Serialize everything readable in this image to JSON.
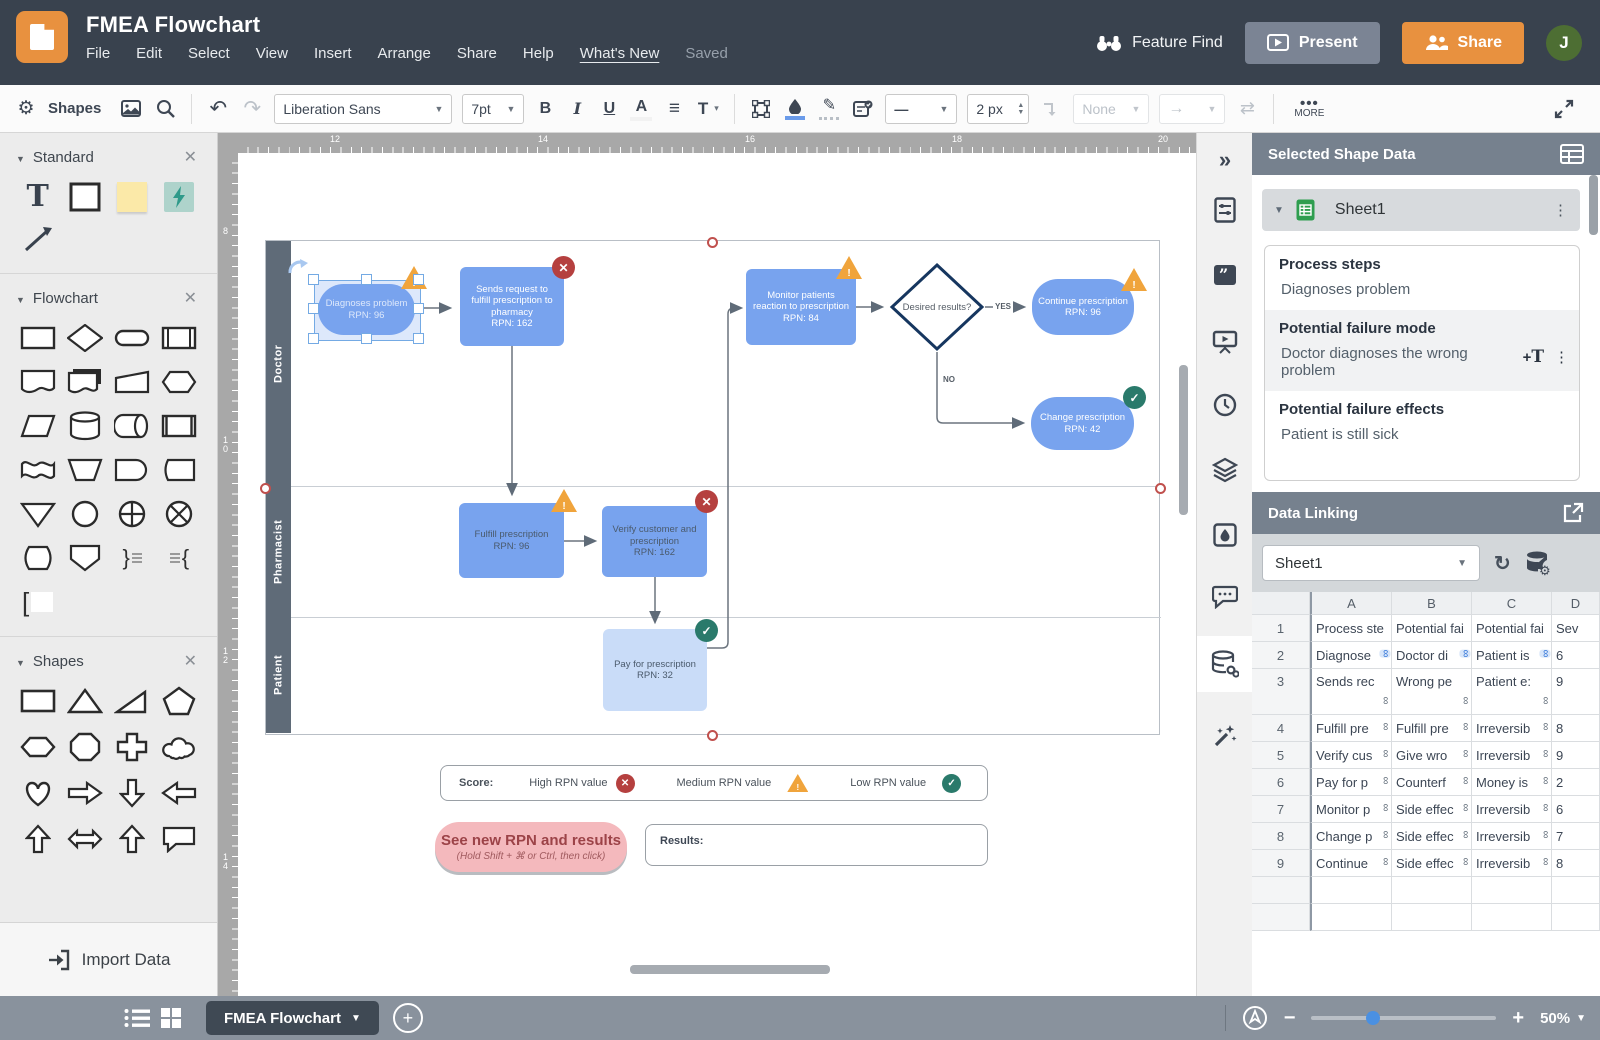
{
  "header": {
    "title": "FMEA Flowchart",
    "menu": [
      "File",
      "Edit",
      "Select",
      "View",
      "Insert",
      "Arrange",
      "Share",
      "Help",
      "What's New"
    ],
    "saved": "Saved",
    "feature_find": "Feature Find",
    "present": "Present",
    "share": "Share",
    "avatar": "J"
  },
  "toolbar": {
    "shapes": "Shapes",
    "font": "Liberation Sans",
    "size": "7pt",
    "bold": "B",
    "italic": "I",
    "underline": "U",
    "color": "A",
    "line_style": "—",
    "line_width": "2 px",
    "arrow_none": "None",
    "more": "MORE"
  },
  "sidebar": {
    "standard": "Standard",
    "flowchart": "Flowchart",
    "shapes": "Shapes",
    "import": "Import Data"
  },
  "canvas": {
    "ruler_top": [
      "12",
      "14",
      "16",
      "18",
      "20"
    ],
    "ruler_left": [
      "8",
      "10",
      "12",
      "14"
    ],
    "lanes": [
      "Doctor",
      "Pharmacist",
      "Patient"
    ],
    "nodes": {
      "diagnoses": {
        "label": "Diagnoses problem",
        "rpn": "RPN: 96"
      },
      "sends": {
        "label": "Sends request to fulfill prescription to pharmacy",
        "rpn": "RPN: 162"
      },
      "monitor": {
        "label": "Monitor patients reaction to prescription",
        "rpn": "RPN: 84"
      },
      "decision": {
        "label": "Desired results?"
      },
      "continue": {
        "label": "Continue prescription",
        "rpn": "RPN: 96"
      },
      "change": {
        "label": "Change prescription",
        "rpn": "RPN: 42"
      },
      "fulfill": {
        "label": "Fulfill prescription",
        "rpn": "RPN: 96"
      },
      "verify": {
        "label": "Verify customer and prescription",
        "rpn": "RPN: 162"
      },
      "pay": {
        "label": "Pay for prescription",
        "rpn": "RPN: 32"
      }
    },
    "edge_labels": {
      "yes": "YES",
      "no": "NO"
    },
    "legend": {
      "score": "Score:",
      "high": "High RPN value",
      "medium": "Medium RPN value",
      "low": "Low RPN value"
    },
    "cta": {
      "title": "See new RPN and results",
      "subtitle": "(Hold Shift + ⌘ or Ctrl, then click)"
    },
    "results": "Results:"
  },
  "shape_data": {
    "title": "Selected Shape Data",
    "sheet": "Sheet1",
    "fields": [
      {
        "label": "Process steps",
        "value": "Diagnoses problem"
      },
      {
        "label": "Potential failure mode",
        "value": "Doctor diagnoses the wrong problem"
      },
      {
        "label": "Potential failure effects",
        "value": "Patient is still sick"
      }
    ]
  },
  "data_linking": {
    "title": "Data Linking",
    "sheet": "Sheet1",
    "columns": [
      "A",
      "B",
      "C",
      "D"
    ],
    "rows": [
      {
        "n": "1",
        "a": "Process ste",
        "b": "Potential fai",
        "c": "Potential fai",
        "d": "Sev"
      },
      {
        "n": "2",
        "a": "Diagnose",
        "b": "Doctor di",
        "c": "Patient is",
        "d": "6"
      },
      {
        "n": "3",
        "a": "Sends rec",
        "b": "Wrong pe",
        "c": "Patient e:",
        "d": "9"
      },
      {
        "n": "4",
        "a": "Fulfill pre",
        "b": "Fulfill pre",
        "c": "Irreversib",
        "d": "8"
      },
      {
        "n": "5",
        "a": "Verify cus",
        "b": "Give wro",
        "c": "Irreversib",
        "d": "9"
      },
      {
        "n": "6",
        "a": "Pay for p",
        "b": "Counterf",
        "c": "Money is",
        "d": "2"
      },
      {
        "n": "7",
        "a": "Monitor p",
        "b": "Side effec",
        "c": "Irreversib",
        "d": "6"
      },
      {
        "n": "8",
        "a": "Change p",
        "b": "Side effec",
        "c": "Irreversib",
        "d": "7"
      },
      {
        "n": "9",
        "a": "Continue",
        "b": "Side effec",
        "c": "Irreversib",
        "d": "8"
      }
    ]
  },
  "bottom": {
    "tab": "FMEA Flowchart",
    "zoom": "50%"
  }
}
